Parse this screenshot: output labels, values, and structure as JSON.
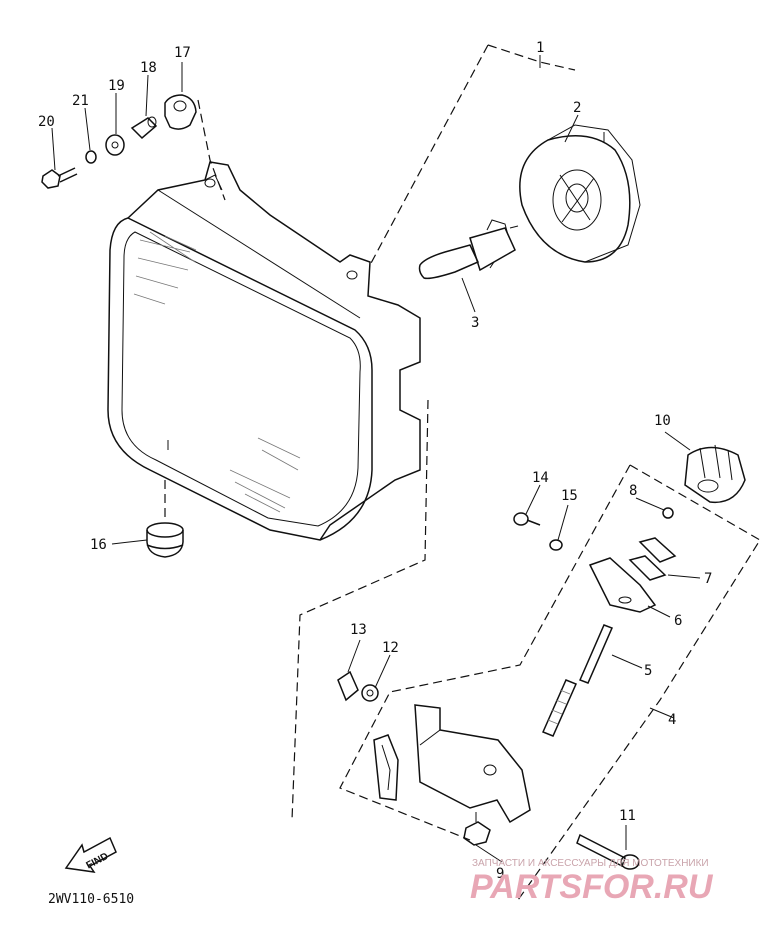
{
  "diagram": {
    "part_code": "2WV110-6510",
    "find_label": "FIND",
    "colors": {
      "ink": "#111111",
      "watermark": "#e8a7b5",
      "watermark_text": "#c9a3aa"
    },
    "callouts": [
      {
        "id": "c1",
        "label": "1"
      },
      {
        "id": "c2",
        "label": "2"
      },
      {
        "id": "c3",
        "label": "3"
      },
      {
        "id": "c4",
        "label": "4"
      },
      {
        "id": "c5",
        "label": "5"
      },
      {
        "id": "c6",
        "label": "6"
      },
      {
        "id": "c7",
        "label": "7"
      },
      {
        "id": "c8",
        "label": "8"
      },
      {
        "id": "c9",
        "label": "9"
      },
      {
        "id": "c10",
        "label": "10"
      },
      {
        "id": "c11",
        "label": "11"
      },
      {
        "id": "c12",
        "label": "12"
      },
      {
        "id": "c13",
        "label": "13"
      },
      {
        "id": "c14",
        "label": "14"
      },
      {
        "id": "c15",
        "label": "15"
      },
      {
        "id": "c16",
        "label": "16"
      },
      {
        "id": "c17",
        "label": "17"
      },
      {
        "id": "c18",
        "label": "18"
      },
      {
        "id": "c19",
        "label": "19"
      },
      {
        "id": "c20",
        "label": "20"
      },
      {
        "id": "c21",
        "label": "21"
      }
    ]
  },
  "watermark": {
    "tagline": "ЗАПЧАСТИ И АКСЕССУАРЫ ДЛЯ МОТОТЕХНИКИ",
    "logo": "PARTSFOR.RU"
  }
}
